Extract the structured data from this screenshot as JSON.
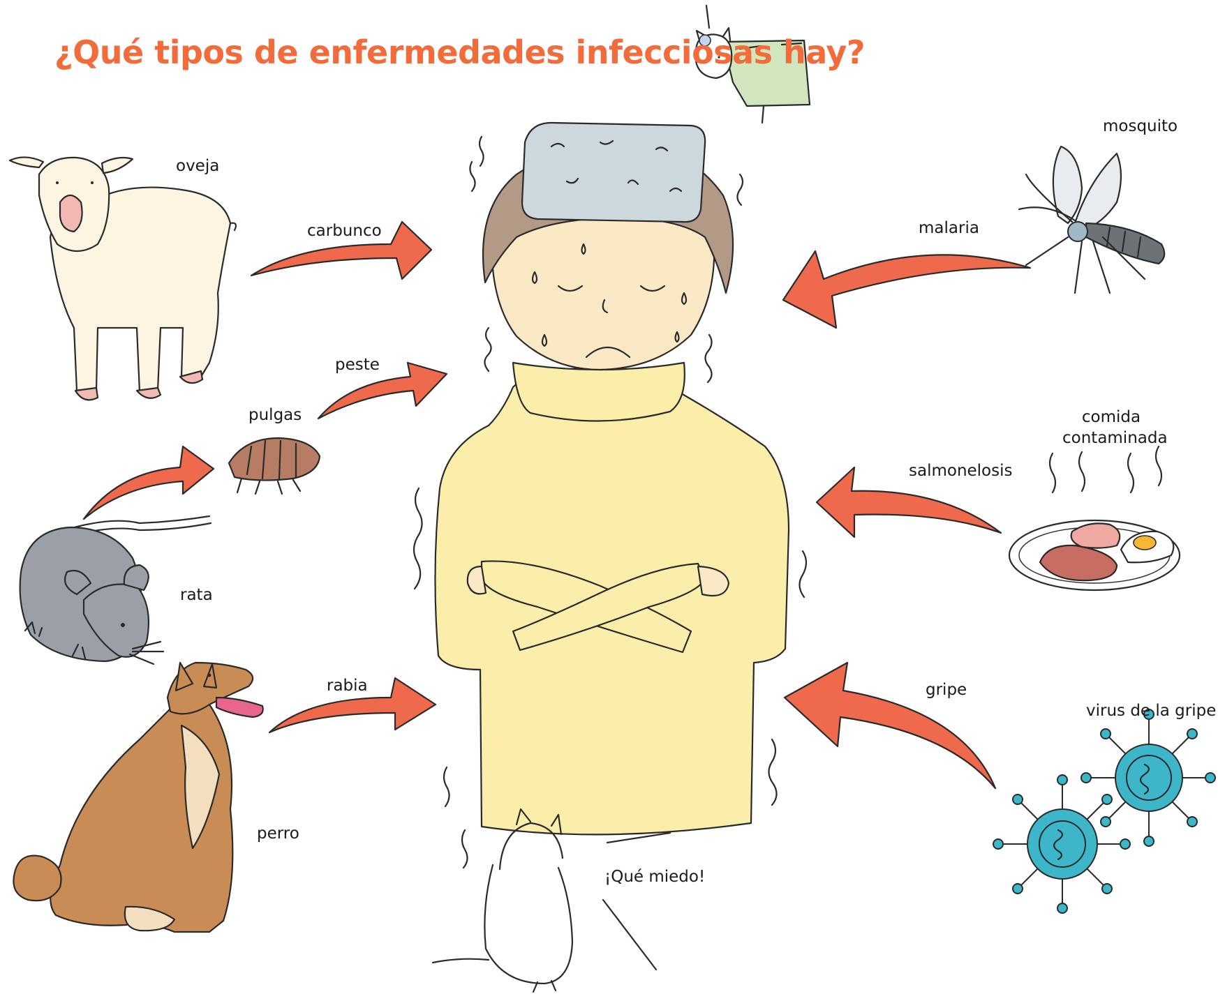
{
  "title": "¿Qué tipos de enfermedades infecciosas hay?",
  "colors": {
    "title": "#f26b3a",
    "arrow": "#ef6a4d",
    "sweater": "#fbeeaa",
    "skin": "#fbe9c6",
    "hair": "#b29a86",
    "ice_pack": "#cdd7de",
    "sheep": "#fdf5e2",
    "rat": "#9ba0a8",
    "dog": "#c98c55",
    "virus": "#3cb6c8",
    "flea": "#b77d64"
  },
  "labels": {
    "sheep": "oveja",
    "anthrax": "carbunco",
    "plague": "peste",
    "fleas": "pulgas",
    "rat": "rata",
    "rabies": "rabia",
    "dog": "perro",
    "mosquito": "mosquito",
    "malaria": "malaria",
    "food_line1": "comida",
    "food_line2": "contaminada",
    "salmonellosis": "salmonelosis",
    "flu": "gripe",
    "flu_virus": "virus de la gripe",
    "cat_speech": "¡Qué miedo!"
  }
}
